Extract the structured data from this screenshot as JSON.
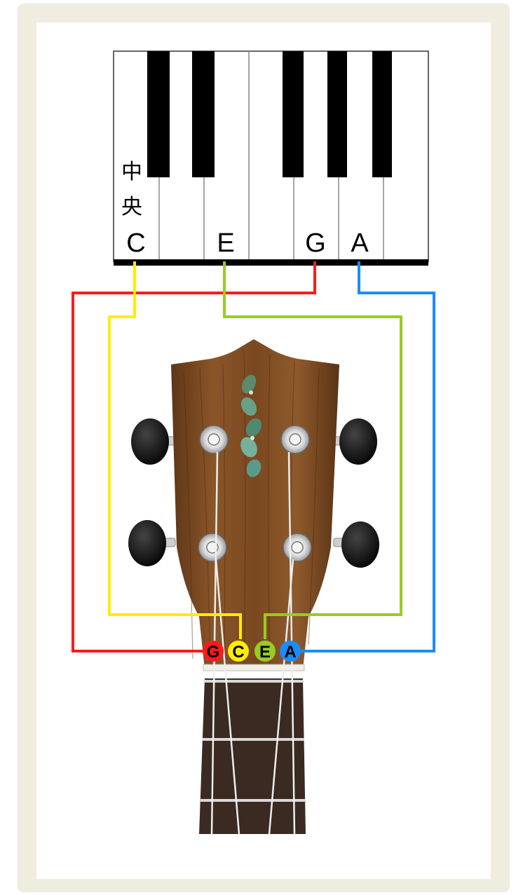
{
  "keyboard": {
    "middle_label_line1": "中",
    "middle_label_line2": "央",
    "note_c": "C",
    "note_e": "E",
    "note_g": "G",
    "note_a": "A"
  },
  "strings": [
    {
      "note": "G",
      "color": "#ff1a1a",
      "text_color": "#000000"
    },
    {
      "note": "C",
      "color": "#ffee00",
      "text_color": "#000000"
    },
    {
      "note": "E",
      "color": "#99cc22",
      "text_color": "#000000"
    },
    {
      "note": "A",
      "color": "#1a8cff",
      "text_color": "#000000"
    }
  ],
  "colors": {
    "frame": "#efece0",
    "wood": "#7a4a22",
    "fretboard": "#3a2a22",
    "tuner_button": "#111111"
  }
}
